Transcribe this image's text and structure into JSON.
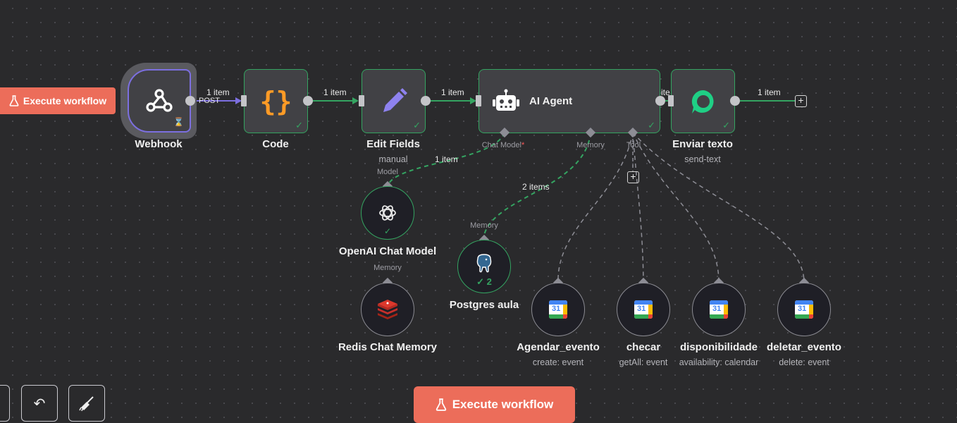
{
  "execute_workflow_top_label": "Execute workflow",
  "execute_workflow_main_label": "Execute workflow",
  "nodes": {
    "webhook": {
      "title": "Webhook",
      "method": "POST"
    },
    "code": {
      "title": "Code"
    },
    "edit_fields": {
      "title": "Edit Fields",
      "subtitle": "manual"
    },
    "ai_agent": {
      "title": "AI Agent",
      "ports": {
        "chat_model": "Chat Model",
        "required_mark": "*",
        "memory": "Memory",
        "tool": "Tool"
      }
    },
    "enviar_texto": {
      "title": "Enviar texto",
      "subtitle": "send-text"
    },
    "openai": {
      "title": "OpenAI Chat Model",
      "port_label": "Model"
    },
    "redis": {
      "title": "Redis Chat Memory",
      "port_label": "Memory"
    },
    "postgres": {
      "title": "Postgres aula",
      "port_label": "Memory",
      "run_count": "2"
    },
    "agendar": {
      "title": "Agendar_evento",
      "subtitle": "create: event"
    },
    "checar": {
      "title": "checar",
      "subtitle": "getAll: event"
    },
    "disponibilidade": {
      "title": "disponibilidade",
      "subtitle": "availability: calendar"
    },
    "deletar": {
      "title": "deletar_evento",
      "subtitle": "delete: event"
    }
  },
  "edge_labels": {
    "webhook_code": "1 item",
    "code_edit": "1 item",
    "edit_agent": "1 item",
    "agent_enviar_partial": "ite",
    "enviar_out": "1 item",
    "openai_agent": "1 item",
    "postgres_agent": "2 items"
  },
  "calendar_day": "31",
  "icons": [
    "webhook-icon",
    "code-braces-icon",
    "pencil-icon",
    "robot-icon",
    "chat-bubble-icon",
    "openai-icon",
    "redis-icon",
    "postgres-elephant-icon",
    "google-calendar-icon",
    "undo-icon",
    "broom-icon",
    "flask-icon",
    "pin-icon"
  ],
  "colors": {
    "success": "#34a461",
    "accent": "#ec6d5a",
    "webhook_border": "#7c6fe0"
  }
}
